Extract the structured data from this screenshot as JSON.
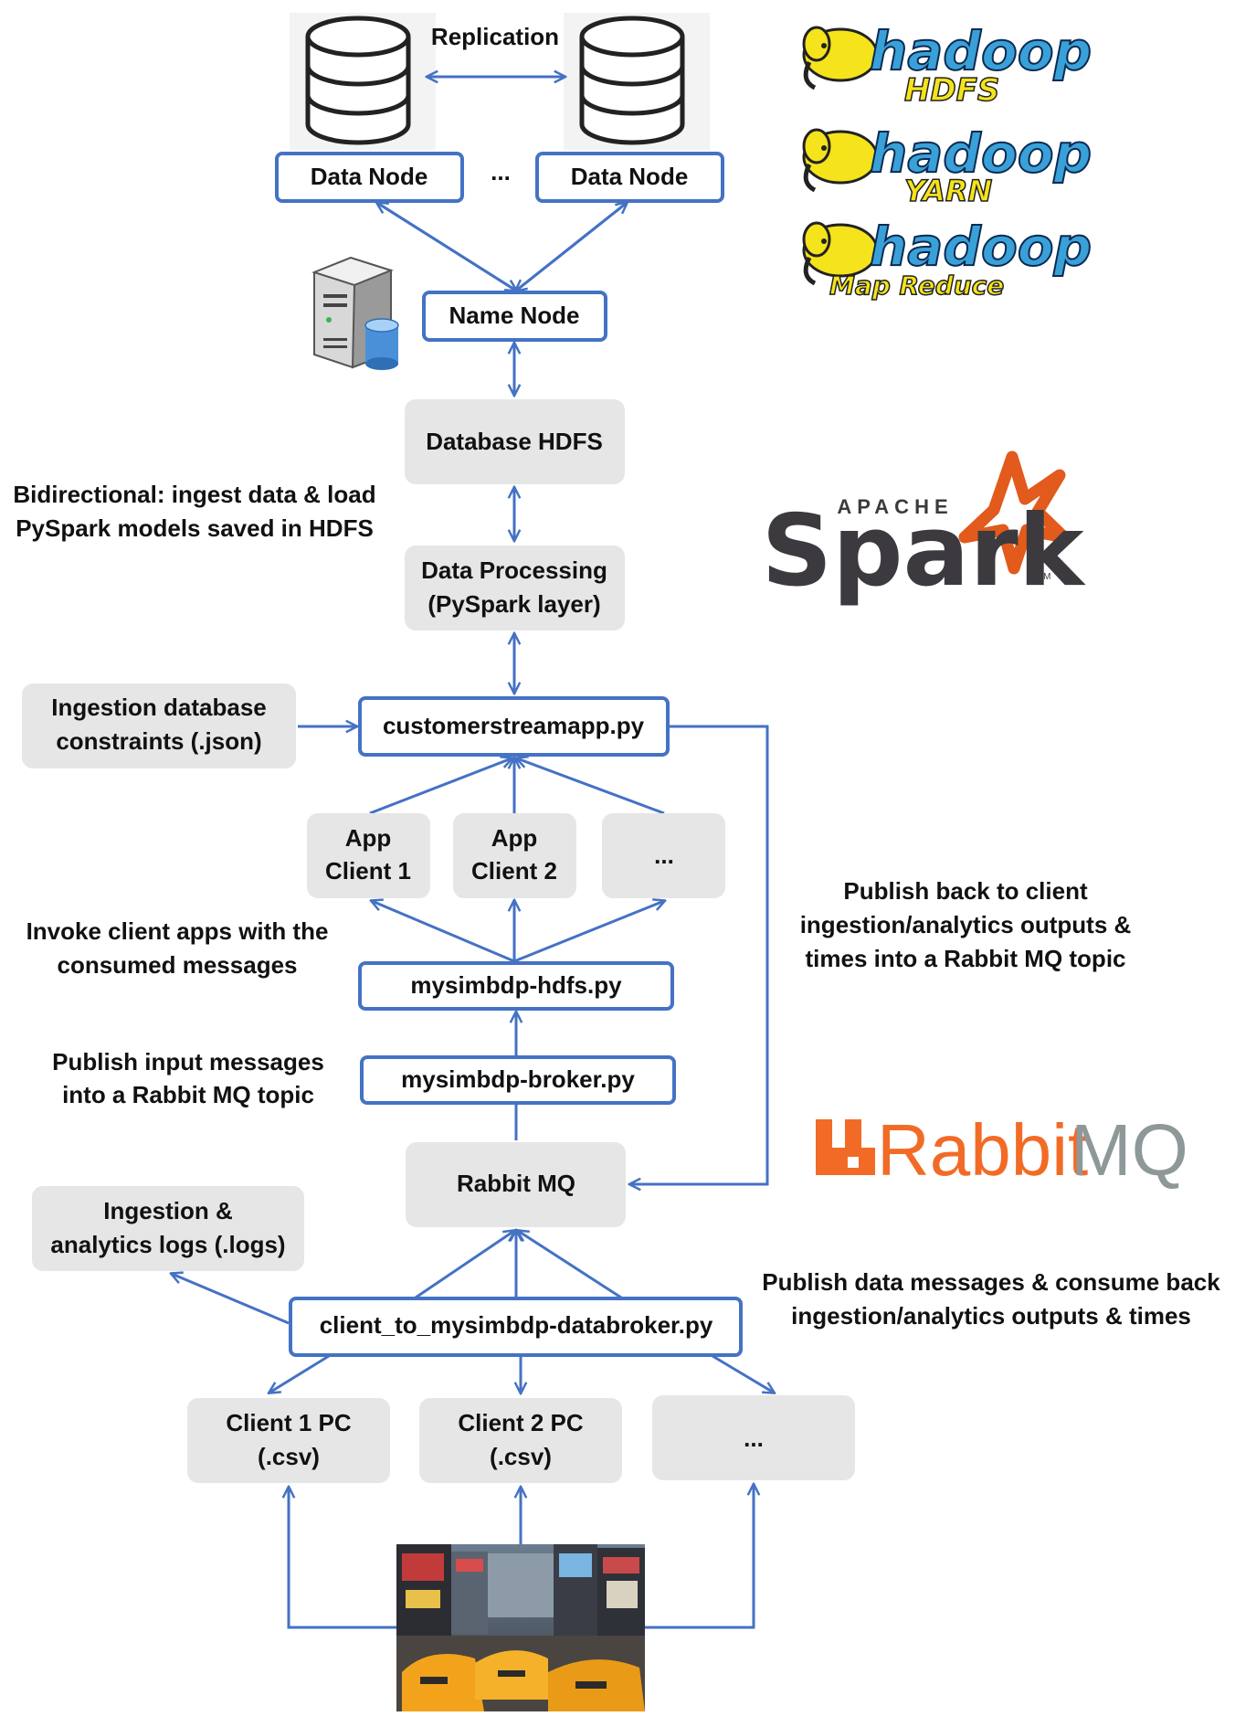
{
  "replication": {
    "label": "Replication"
  },
  "data_nodes": {
    "left": "Data Node",
    "ellipsis": "...",
    "right": "Data Node"
  },
  "name_node": "Name Node",
  "database_hdfs": "Database HDFS",
  "bidirectional_note": [
    "Bidirectional: ingest data & load",
    "PySpark models saved in HDFS"
  ],
  "data_processing": [
    "Data Processing",
    "(PySpark layer)"
  ],
  "ingestion_constraints": [
    "Ingestion database",
    "constraints (.json)"
  ],
  "customerstreamapp": "customerstreamapp.py",
  "app_clients": {
    "client1": [
      "App",
      "Client 1"
    ],
    "client2": [
      "App",
      "Client 2"
    ],
    "more": "..."
  },
  "invoke_note": [
    "Invoke client apps with the",
    "consumed messages"
  ],
  "mysimbdp_hdfs": "mysimbdp-hdfs.py",
  "publish_input_note": [
    "Publish input messages",
    "into a Rabbit MQ topic"
  ],
  "mysimbdp_broker": "mysimbdp-broker.py",
  "rabbit_mq": "Rabbit MQ",
  "publish_back_note": [
    "Publish back to client",
    "ingestion/analytics outputs &",
    "times into a Rabbit MQ topic"
  ],
  "logs": [
    "Ingestion &",
    "analytics logs (.logs)"
  ],
  "databroker": "client_to_mysimbdp-databroker.py",
  "publish_data_note": [
    "Publish data messages & consume back",
    "ingestion/analytics outputs & times"
  ],
  "client_pcs": {
    "pc1": [
      "Client 1 PC",
      "(.csv)"
    ],
    "pc2": [
      "Client 2 PC",
      "(.csv)"
    ],
    "more": "..."
  },
  "logos": {
    "hadoop_word": "hadoop",
    "hdfs_sub": "HDFS",
    "yarn_sub": "YARN",
    "mapreduce_sub": "Map Reduce",
    "spark_apache": "APACHE",
    "spark_word": "Spark",
    "spark_tm": "TM",
    "rabbitmq_rabbit": "Rabbit",
    "rabbitmq_mq": "MQ"
  },
  "colors": {
    "accent_blue": "#4472c4",
    "box_gray": "#e6e6e6",
    "hadoop_yellow": "#f5e31b",
    "hadoop_blue": "#3aa0d8",
    "spark_orange": "#e25a1c",
    "spark_dark": "#3c3a3e",
    "rabbit_orange": "#f26b26",
    "rabbit_gray": "#8e9898"
  },
  "icons": [
    "database-icon",
    "server-icon",
    "hadoop-elephant-icon",
    "spark-star-icon",
    "rabbitmq-icon",
    "city-taxi-photo"
  ]
}
